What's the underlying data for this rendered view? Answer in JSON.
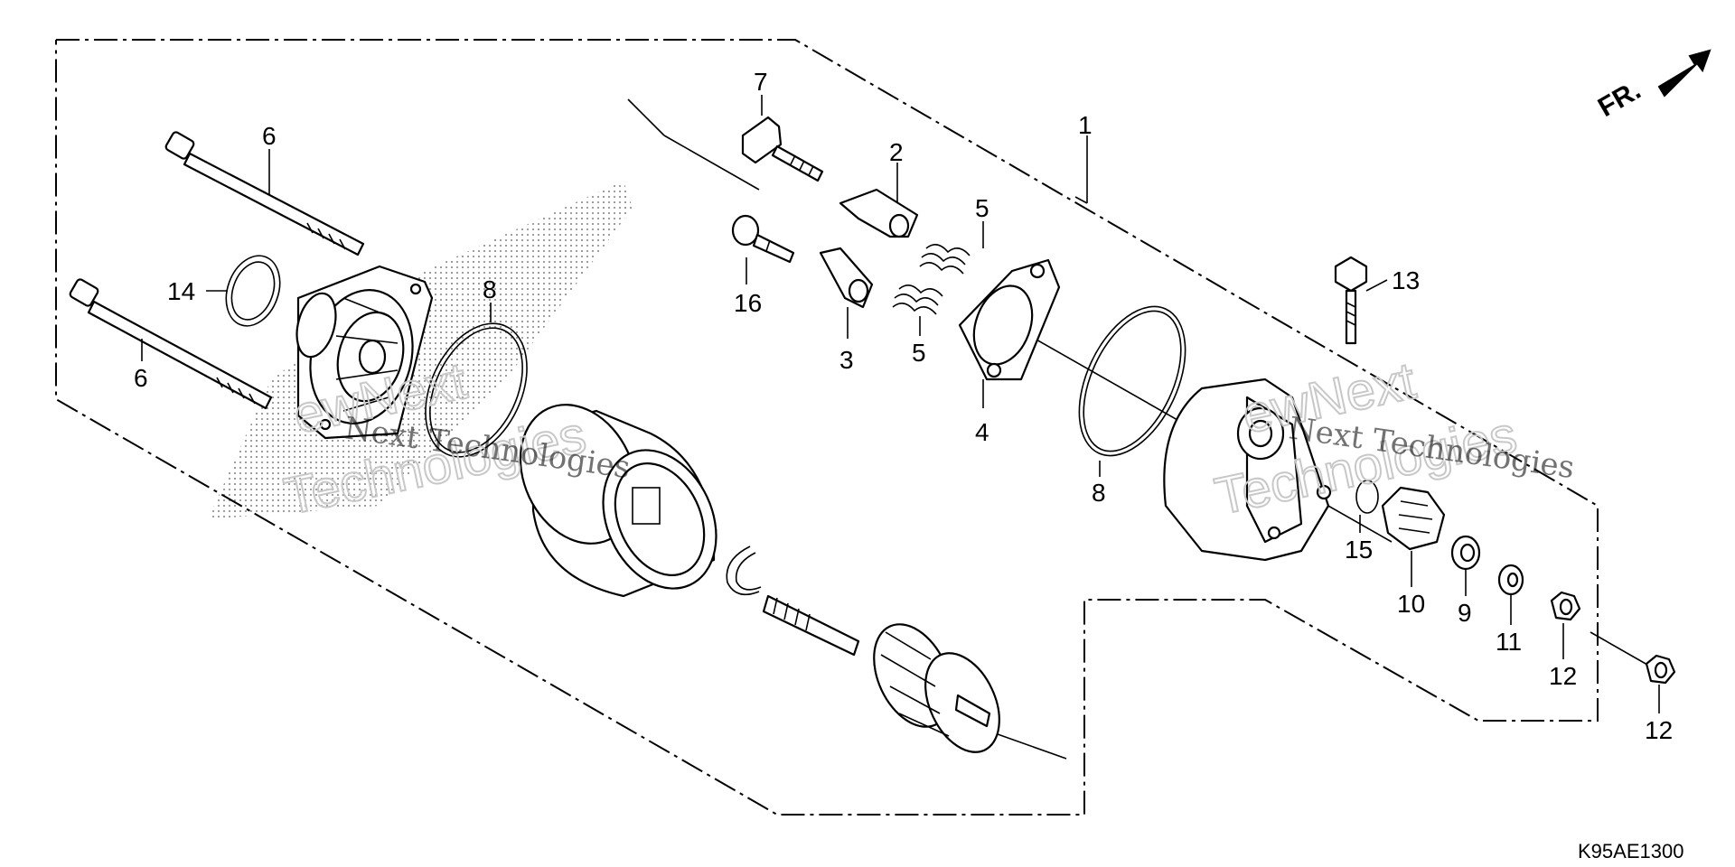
{
  "diagram": {
    "callouts": {
      "c1": "1",
      "c2": "2",
      "c3": "3",
      "c4": "4",
      "c5a": "5",
      "c5b": "5",
      "c6a": "6",
      "c6b": "6",
      "c7": "7",
      "c8a": "8",
      "c8b": "8",
      "c9": "9",
      "c10": "10",
      "c11": "11",
      "c12a": "12",
      "c12b": "12",
      "c13": "13",
      "c14": "14",
      "c15": "15",
      "c16": "16"
    },
    "direction_label": "FR.",
    "drawing_code": "K95AE1300",
    "watermark": {
      "text_a": "Next Technologies",
      "text_b": "Next Technologies",
      "outline_a": "ewNext",
      "outline_b": "Technologies",
      "outline_c": "ewNext",
      "outline_d": "Technologies"
    }
  }
}
